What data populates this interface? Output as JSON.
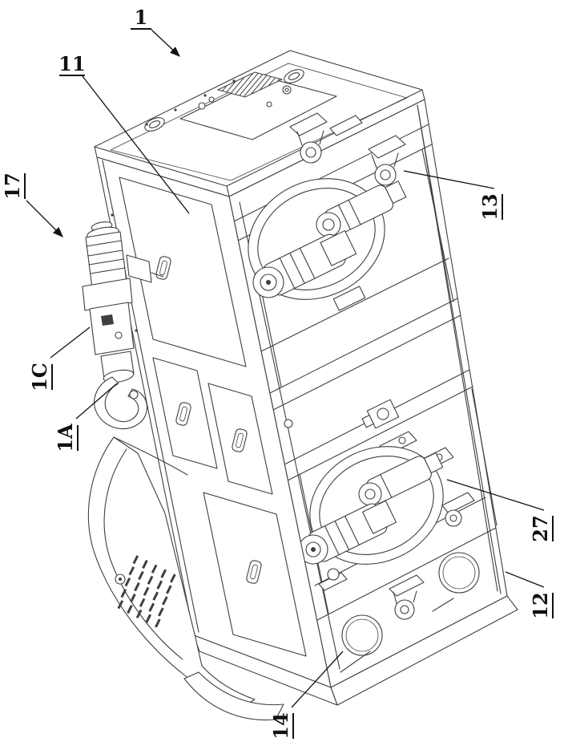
{
  "figure": {
    "kind": "patent-line-drawing",
    "description": "Isometric line drawing of a tilted cabinet machine: open frame side with two roller-motor drum units, paneled side with door handles, side-mounted device and curved lower housing with vent slots",
    "colors": {
      "line": "#3f3f3f",
      "label": "#111111",
      "background": "#ffffff"
    }
  },
  "labels": [
    {
      "text": "1"
    },
    {
      "text": "11"
    },
    {
      "text": "17"
    },
    {
      "text": "1C"
    },
    {
      "text": "1A"
    },
    {
      "text": "13"
    },
    {
      "text": "27"
    },
    {
      "text": "12"
    },
    {
      "text": "14"
    }
  ]
}
